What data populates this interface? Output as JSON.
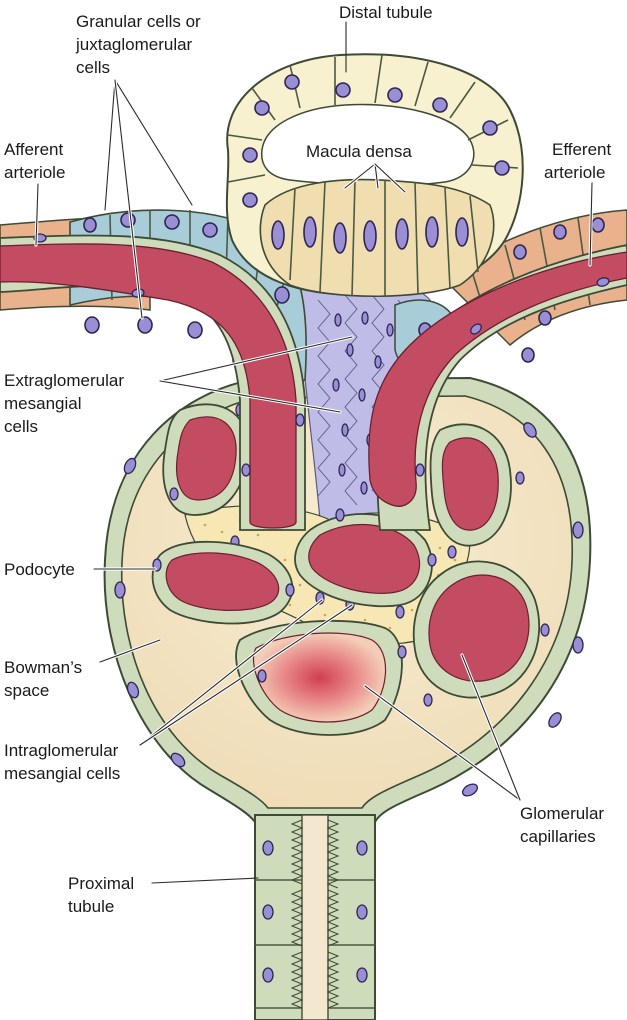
{
  "labels": {
    "distal_tubule": "Distal tubule",
    "granular_cells_1": "Granular cells or",
    "granular_cells_2": "juxtaglomerular",
    "granular_cells_3": "cells",
    "afferent_1": "Afferent",
    "afferent_2": "arteriole",
    "macula_densa": "Macula densa",
    "efferent_1": "Efferent",
    "efferent_2": "arteriole",
    "extraglomerular_1": "Extraglomerular",
    "extraglomerular_2": "mesangial",
    "extraglomerular_3": "cells",
    "podocyte": "Podocyte",
    "bowmans_1": "Bowman’s",
    "bowmans_2": "space",
    "intraglomerular_1": "Intraglomerular",
    "intraglomerular_2": "mesangial cells",
    "glomerular_1": "Glomerular",
    "glomerular_2": "capillaries",
    "proximal_1": "Proximal",
    "proximal_2": "tubule"
  },
  "colors": {
    "distal_tubule": "#f7f1cf",
    "macula_densa": "#f0deb0",
    "granular_cells": "#a8ccd8",
    "vessel_lumen": "#c44c62",
    "vessel_wall": "#e8a3a8",
    "smooth_muscle": "#e9b18c",
    "mesangial_region": "#bfbde8",
    "bowmans_space": "#f4e5c4",
    "epithelium": "#cfdcbc",
    "nucleus": "#9a8fd4"
  }
}
